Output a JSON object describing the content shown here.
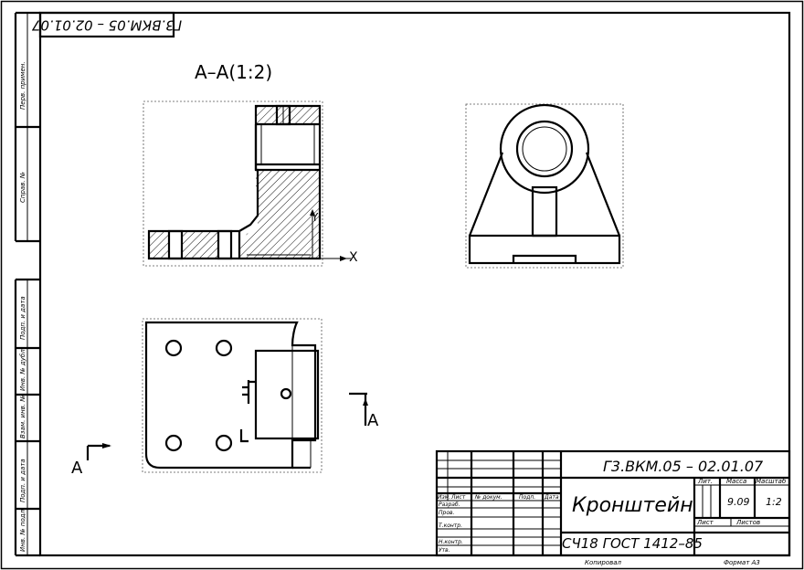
{
  "drawing": {
    "designation": "Г3.ВКМ.05 – 02.01.07",
    "designation_rotated": "Г3.ВКМ.05 – 02.01.07",
    "section_label": "А–А(1:2)",
    "view_marker_left": "А",
    "view_marker_right": "А",
    "axis_x": "X",
    "axis_y": "Y"
  },
  "title_block": {
    "part_name": "Кронштейн",
    "material": "СЧ18  ГОСТ 1412–85",
    "code": "Г3.ВКМ.05 – 02.01.07",
    "col_lit": "Лит.",
    "col_mass": "Масса",
    "col_scale": "Масштаб",
    "mass_value": "9.09",
    "scale_value": "1:2",
    "sheet_label": "Лист",
    "sheets_label": "Листов",
    "row_izm": "Изм.",
    "row_list": "Лист",
    "row_doc": "№ докум.",
    "row_sign": "Подп.",
    "row_date": "Дата",
    "row_razrab": "Разраб.",
    "row_prov": "Пров.",
    "row_tkontr": "Т.контр.",
    "row_nkontr": "Н.контр.",
    "row_utv": "Утв.",
    "footer_copied": "Копировал",
    "footer_format": "Формат   А3"
  },
  "side_strip": {
    "perv_primen": "Перв. примен.",
    "sprav_no": "Справ. №",
    "podp_data_1": "Подп. и дата",
    "inv_dubl": "Инв. № дубл.",
    "vzam_inv": "Взам. инв. №",
    "podp_data_2": "Подп. и дата",
    "inv_podl": "Инв. № подл."
  }
}
